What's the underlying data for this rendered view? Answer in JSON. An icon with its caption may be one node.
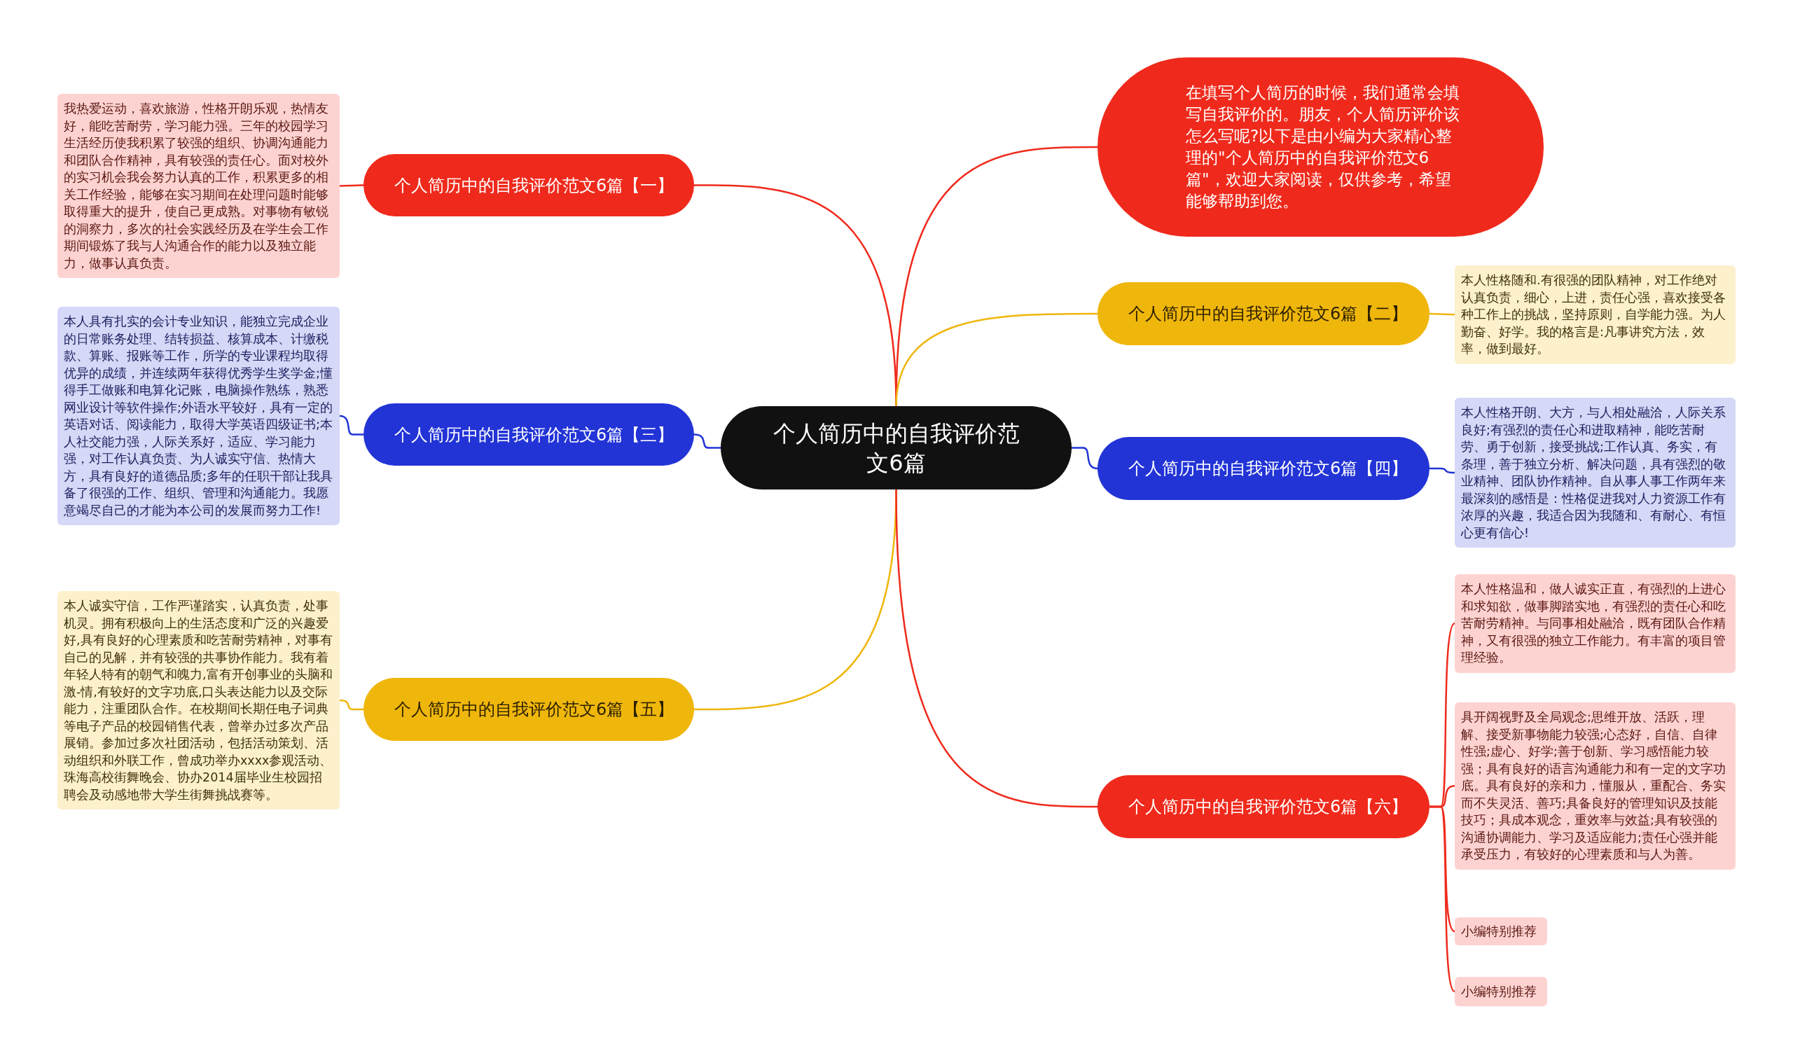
{
  "diagram": {
    "nodes": [
      {
        "text": [
          "个人简历中的自我评价范文6篇"
        ]
      },
      {
        "text": [
          "在填写个人简历的时候，我们通常会填写自我评价的。朋友，个人简历评价该怎么写呢?以下是由小编为大家精心整理的\"个人简历中的自我评价范文6篇\"，欢迎大家阅读，仅供参考，希望能够帮助到您。"
        ]
      },
      {
        "text": [
          "个人简历中的自我评价范文6篇【一】"
        ]
      },
      {
        "text": [
          "我热爱运动，喜欢旅游，性格开朗乐观，热情友好，能吃苦耐劳，学习能力强。三年的校园学习生活经历使我积累了较强的组织、协调沟通能力和团队合作精神，具有较强的责任心。面对校外的实习机会我会努力认真的工作，积累更多的相关工作经验，能够在实习期间在处理问题时能够取得重大的提升，使自己更成熟。对事物有敏锐的洞察力，多次的社会实践经历及在学生会工作期间锻炼了我与人沟通合作的能力以及独立能力，做事认真负责。"
        ]
      },
      {
        "text": [
          "个人简历中的自我评价范文6篇【三】"
        ]
      },
      {
        "text": [
          "本人具有扎实的会计专业知识，能独立完成企业的日常账务处理、结转损益、核算成本、计缴税款、算账、报账等工作，所学的专业课程均取得优异的成绩，并连续两年获得优秀学生奖学金;懂得手工做账和电算化记账，电脑操作熟练，熟悉网业设计等软件操作;外语水平较好，具有一定的英语对话、阅读能力，取得大学英语四级证书;本人社交能力强，人际关系好，适应、学习能力强，对工作认真负责、为人诚实守信、热情大方，具有良好的道德品质;多年的任职干部让我具备了很强的工作、组织、管理和沟通能力。我愿意竭尽自己的才能为本公司的发展而努力工作!"
        ]
      },
      {
        "text": [
          "个人简历中的自我评价范文6篇【五】"
        ]
      },
      {
        "text": [
          "本人诚实守信，工作严谨踏实，认真负责，处事机灵。拥有积极向上的生活态度和广泛的兴趣爱好,具有良好的心理素质和吃苦耐劳精神，对事有自己的见解，并有较强的共事协作能力。我有着年轻人特有的朝气和魄力,富有开创事业的头脑和激-情,有较好的文字功底,口头表达能力以及交际能力，注重团队合作。在校期间长期任电子词典等电子产品的校园销售代表，曾举办过多次产品展销。参加过多次社团活动，包括活动策划、活动组织和外联工作，曾成功举办xxxx参观活动、珠海高校街舞晚会、协办2014届毕业生校园招聘会及动感地带大学生街舞挑战赛等。"
        ]
      },
      {
        "text": [
          "个人简历中的自我评价范文6篇【二】"
        ]
      },
      {
        "text": [
          "本人性格随和.有很强的团队精神，对工作绝对认真负责，细心，上进，责任心强，喜欢接受各种工作上的挑战，坚持原则，自学能力强。为人勤奋、好学。我的格言是:凡事讲究方法，效率，做到最好。"
        ]
      },
      {
        "text": [
          "个人简历中的自我评价范文6篇【四】"
        ]
      },
      {
        "text": [
          "本人性格开朗、大方，与人相处融洽，人际关系良好;有强烈的责任心和进取精神，能吃苦耐劳、勇于创新，接受挑战;工作认真、务实，有条理，善于独立分析、解决问题，具有强烈的敬业精神、团队协作精神。自从事人事工作两年来最深刻的感悟是：性格促进我对人力资源工作有浓厚的兴趣，我适合因为我随和、有耐心、有恒心更有信心!"
        ]
      },
      {
        "text": [
          "个人简历中的自我评价范文6篇【六】"
        ]
      },
      {
        "text": [
          "本人性格温和，做人诚实正直，有强烈的上进心和求知欲，做事脚踏实地，有强烈的责任心和吃苦耐劳精神。与同事相处融洽，既有团队合作精神，又有很强的独立工作能力。有丰富的项目管理经验。"
        ]
      },
      {
        "text": [
          "具开阔视野及全局观念;思维开放、活跃，理解、接受新事物能力较强;心态好，自信、自律性强;虚心、好学;善于创新、学习感悟能力较强；具有良好的语言沟通能力和有一定的文字功底。具有良好的亲和力，懂服从，重配合、务实而不失灵活、善巧;具备良好的管理知识及技能技巧；具成本观念，重效率与效益;具有较强的沟通协调能力、学习及适应能力;责任心强并能承受压力，有较好的心理素质和与人为善。"
        ]
      },
      {
        "text": [
          "小编特别推荐"
        ]
      },
      {
        "text": [
          "小编特别推荐"
        ]
      }
    ],
    "edges": [
      {
        "from": 0,
        "to": 1,
        "arrow": "none"
      },
      {
        "from": 0,
        "to": 2,
        "arrow": "none"
      },
      {
        "from": 0,
        "to": 4,
        "arrow": "none",
        "color": "#2234d6"
      },
      {
        "from": 0,
        "to": 6,
        "arrow": "none",
        "color": "#efb60c"
      },
      {
        "from": 0,
        "to": 8,
        "arrow": "none",
        "color": "#efb60c"
      },
      {
        "from": 0,
        "to": 10,
        "arrow": "none",
        "color": "#2234d6"
      },
      {
        "from": 0,
        "to": 12,
        "arrow": "none"
      },
      {
        "from": 2,
        "to": 3,
        "arrow": "none"
      },
      {
        "from": 4,
        "to": 5,
        "arrow": "none",
        "color": "#2234d6"
      },
      {
        "from": 6,
        "to": 7,
        "arrow": "none",
        "color": "#efb60c"
      },
      {
        "from": 8,
        "to": 9,
        "arrow": "none",
        "color": "#efb60c"
      },
      {
        "from": 10,
        "to": 11,
        "arrow": "none",
        "color": "#2234d6"
      },
      {
        "from": 12,
        "to": 13,
        "arrow": "none"
      },
      {
        "from": 12,
        "to": 14,
        "arrow": "none"
      },
      {
        "from": 12,
        "to": 15,
        "arrow": "none"
      },
      {
        "from": 12,
        "to": 16,
        "arrow": "none"
      }
    ]
  }
}
